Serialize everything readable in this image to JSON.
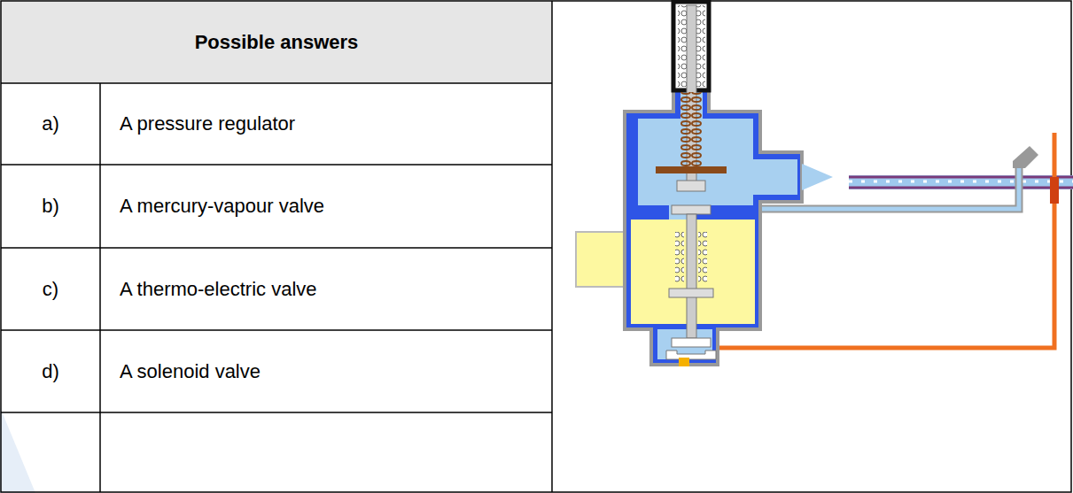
{
  "diagram": {
    "labels": [
      "Possible answers",
      "a)",
      "A pressure regulator",
      "b)",
      "A mercury-vapour valve",
      "c)",
      "A thermo-electric valve",
      "d)",
      "A solenoid valve"
    ]
  }
}
